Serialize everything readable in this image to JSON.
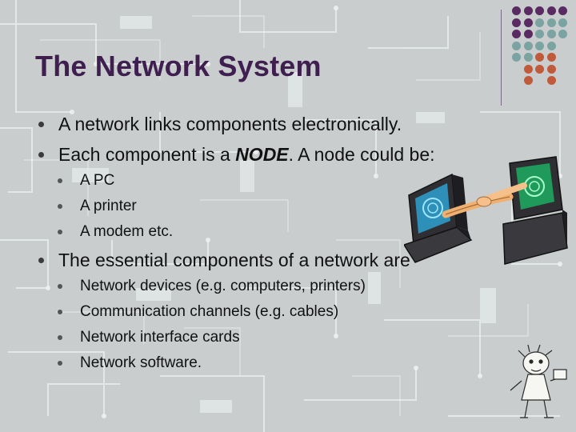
{
  "slide": {
    "title": "The Network System",
    "bullets": [
      {
        "text": "A network links components electronically."
      },
      {
        "pre": "Each component is a ",
        "emphasis": "NODE",
        "post": ". A node could be:"
      },
      {
        "text": "A PC"
      },
      {
        "text": "A printer"
      },
      {
        "text": "A modem etc."
      },
      {
        "text": "The essential components of a network are"
      },
      {
        "text": "Network devices (e.g. computers, printers)"
      },
      {
        "text": "Communication channels (e.g. cables)"
      },
      {
        "text": "Network interface cards"
      },
      {
        "text": "Network software."
      }
    ]
  },
  "colors": {
    "title": "#3f1f4f",
    "dot_purple": "#5a2a63",
    "dot_teal": "#7aa3a2",
    "dot_orange": "#c05a3a",
    "background": "#c9cdcd"
  },
  "images": {
    "illustration": "two-computers-handshake",
    "corner": "cartoon-figure-sketch"
  }
}
